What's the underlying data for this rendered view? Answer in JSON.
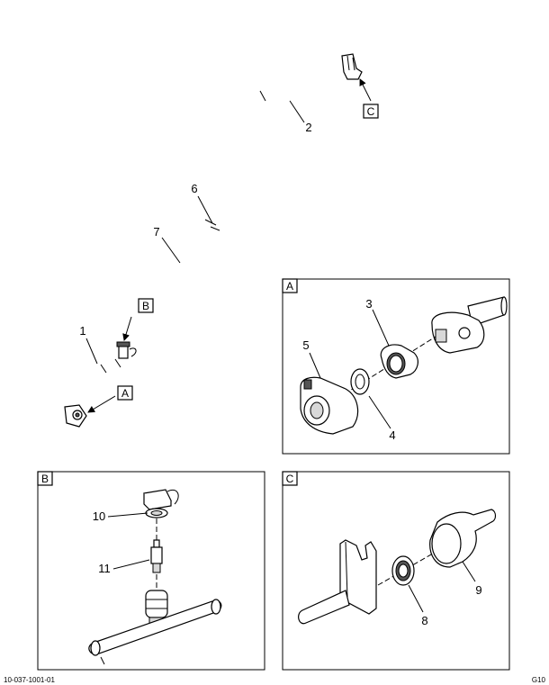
{
  "callouts": {
    "n1": "1",
    "n2": "2",
    "n3": "3",
    "n4": "4",
    "n5": "5",
    "n6": "6",
    "n7": "7",
    "n8": "8",
    "n9": "9",
    "n10": "10",
    "n11": "11"
  },
  "view_refs": {
    "a": "A",
    "b": "B",
    "c": "C"
  },
  "detail_titles": {
    "a": "A",
    "b": "B",
    "c": "C"
  },
  "footer": {
    "left": "10-037-1001-01",
    "right": "G10"
  }
}
